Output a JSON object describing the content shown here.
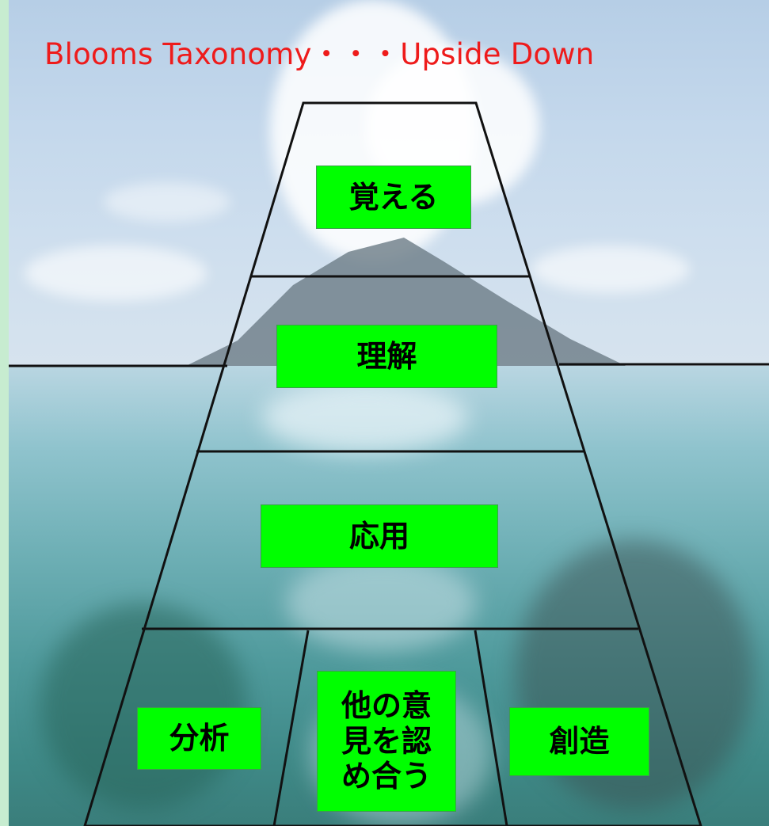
{
  "title": "Blooms Taxonomy・・・Upside Down",
  "colors": {
    "title": "#ee1b1b",
    "label_fill": "#00ff00",
    "outline": "#111111"
  },
  "levels": [
    {
      "label": "覚える"
    },
    {
      "label": "理解"
    },
    {
      "label": "応用"
    }
  ],
  "base_sections": [
    {
      "label": "分析"
    },
    {
      "label": "他の意見を認め合う"
    },
    {
      "label": "創造"
    }
  ]
}
